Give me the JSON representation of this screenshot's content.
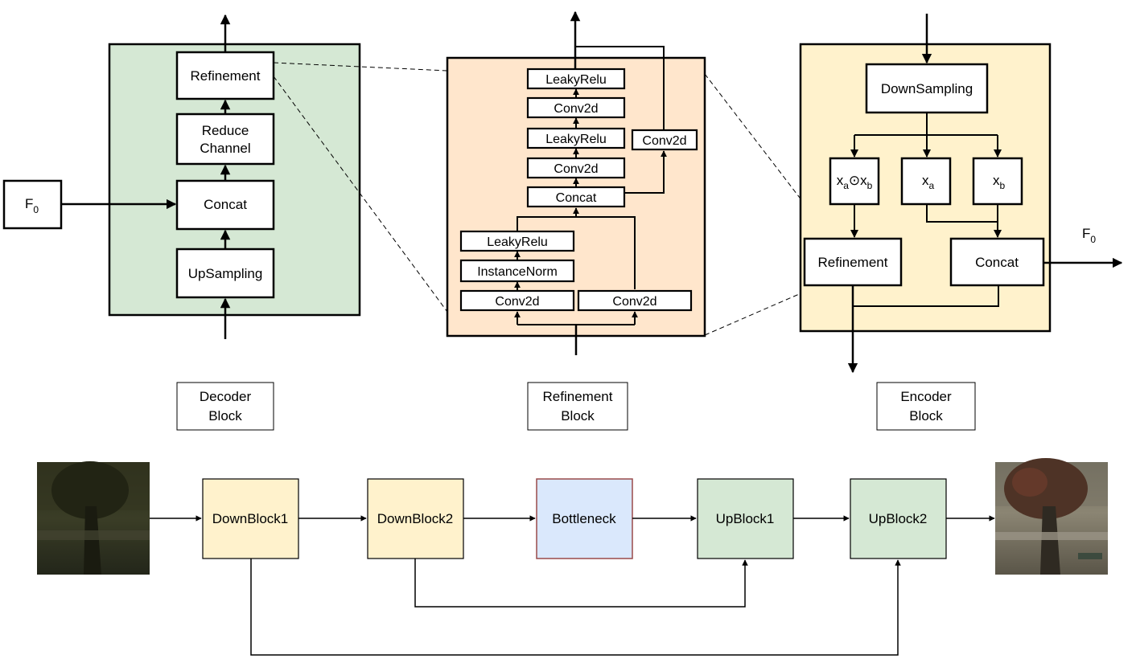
{
  "colors": {
    "decoder_bg": "#d5e8d4",
    "refinement_bg": "#ffe6cc",
    "encoder_bg": "#fff2cc",
    "bottleneck_bg": "#dae8fc",
    "bottleneck_border": "#9a4a4a",
    "down_block_bg": "#fff2cc",
    "up_block_bg": "#d5e8d4"
  },
  "decoder": {
    "refinement": "Refinement",
    "reduce_line1": "Reduce",
    "reduce_line2": "Channel",
    "concat": "Concat",
    "upsampling": "UpSampling",
    "f0_base": "F",
    "f0_sub": "0"
  },
  "refinement_block": {
    "leaky_top": "LeakyRelu",
    "conv_top": "Conv2d",
    "leaky_mid": "LeakyRelu",
    "conv_mid": "Conv2d",
    "concat": "Concat",
    "leaky_low": "LeakyRelu",
    "instance_norm": "InstanceNorm",
    "conv_left": "Conv2d",
    "conv_right": "Conv2d",
    "conv_side": "Conv2d"
  },
  "encoder": {
    "downsampling": "DownSampling",
    "x_base": "x",
    "sub_a": "a",
    "sub_b": "b",
    "odot": "⊙",
    "refinement": "Refinement",
    "concat": "Concat",
    "f0_base": "F",
    "f0_sub": "0"
  },
  "captions": {
    "decoder_line1": "Decoder",
    "decoder_line2": "Block",
    "refinement_line1": "Refinement",
    "refinement_line2": "Block",
    "encoder_line1": "Encoder",
    "encoder_line2": "Block"
  },
  "pipeline": {
    "down1": "DownBlock1",
    "down2": "DownBlock2",
    "bottleneck": "Bottleneck",
    "up1": "UpBlock1",
    "up2": "UpBlock2"
  }
}
